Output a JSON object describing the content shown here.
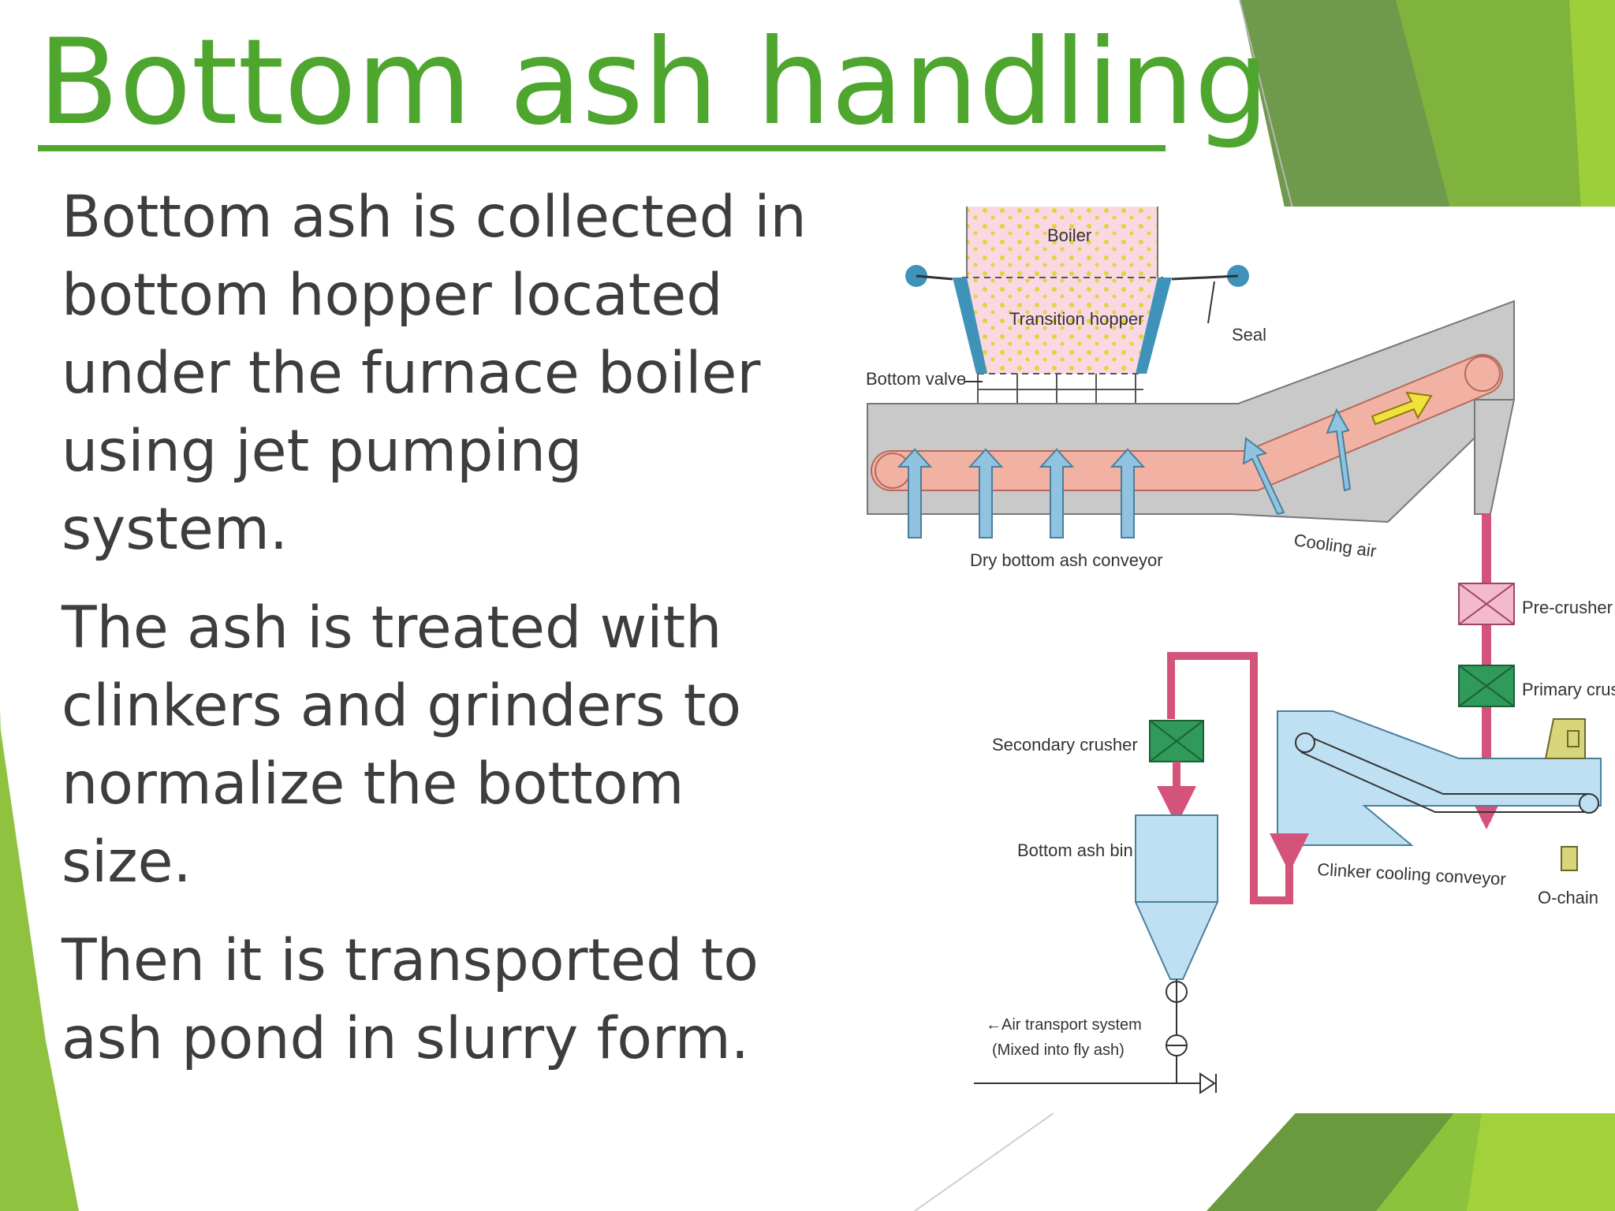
{
  "slide": {
    "title": "Bottom ash handling",
    "paragraphs": [
      "Bottom ash is collected in\nbottom hopper located\nunder the furnace boiler\nusing jet pumping\nsystem.",
      "The ash is treated with\nclinkers and grinders to\nnormalize the bottom\nsize.",
      " Then it is transported to\nash pond in slurry form."
    ]
  },
  "diagram": {
    "labels": {
      "boiler": "Boiler",
      "transition_hopper": "Transition hopper",
      "seal": "Seal",
      "bottom_valve": "Bottom valve",
      "dry_conveyor": "Dry bottom ash conveyor",
      "cooling_air": "Cooling air",
      "pre_crusher": "Pre-crusher",
      "primary_crusher": "Primary crus",
      "secondary_crusher": "Secondary crusher",
      "bottom_ash_bin": "Bottom ash bin",
      "clinker_conveyor": "Clinker cooling conveyor",
      "o_chain": "O-chain",
      "air_transport_1": "←Air transport system",
      "air_transport_2": "(Mixed into fly ash)"
    },
    "colors": {
      "accent_green": "#4ea62f",
      "dark_green": "#3b7f2b",
      "conveyor_gray": "#c9c9c9",
      "belt_pink": "#f2b2a3",
      "air_blue": "#8fc3e0",
      "pipe_pink": "#d4537a",
      "clinker_blue": "#bfe0f2",
      "crusher_green": "#2f9a5a"
    },
    "icons": [
      "cooling-air-arrow-icon",
      "flow-direction-arrow-icon",
      "crusher-icon",
      "valve-icon"
    ]
  }
}
